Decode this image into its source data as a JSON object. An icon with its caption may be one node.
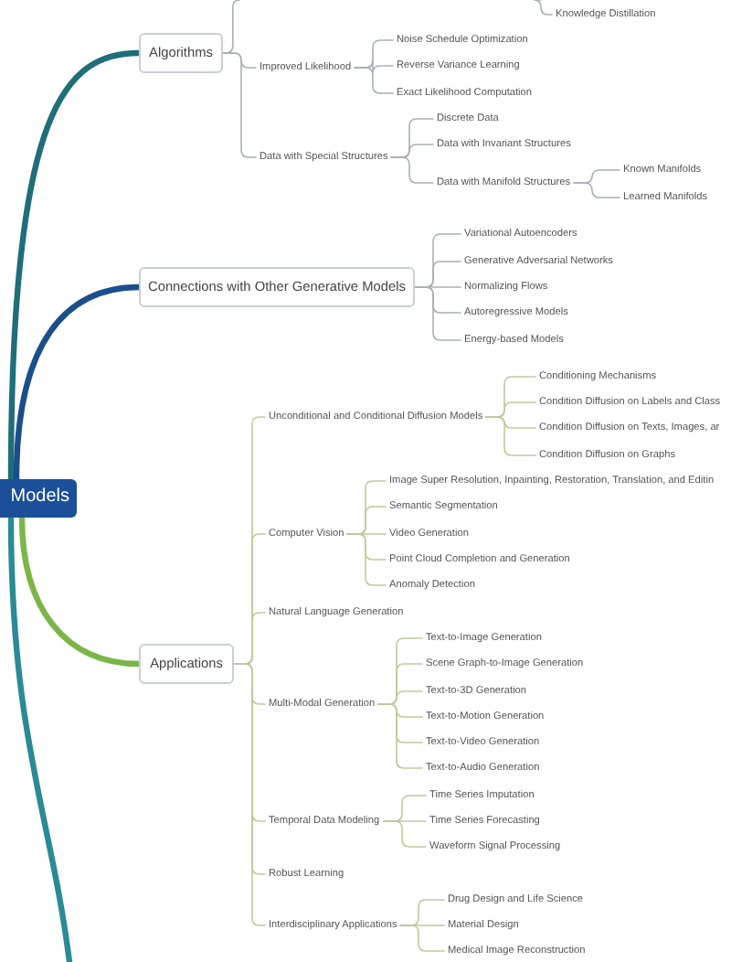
{
  "diagram": {
    "nodes": [
      {
        "text": [
          "Models"
        ]
      },
      {
        "text": [
          "Knowledge Distillation"
        ]
      },
      {
        "text": [
          "Algorithms"
        ]
      },
      {
        "text": [
          "Improved Likelihood"
        ]
      },
      {
        "text": [
          "Noise Schedule Optimization"
        ]
      },
      {
        "text": [
          "Reverse Variance Learning"
        ]
      },
      {
        "text": [
          "Exact Likelihood Computation"
        ]
      },
      {
        "text": [
          "Data with Special Structures"
        ]
      },
      {
        "text": [
          "Discrete Data"
        ]
      },
      {
        "text": [
          "Data with Invariant Structures"
        ]
      },
      {
        "text": [
          "Data with Manifold Structures"
        ]
      },
      {
        "text": [
          "Known Manifolds"
        ]
      },
      {
        "text": [
          "Learned Manifolds"
        ]
      },
      {
        "text": [
          "Connections with Other Generative Models"
        ]
      },
      {
        "text": [
          "Variational Autoencoders"
        ]
      },
      {
        "text": [
          "Generative Adversarial Networks"
        ]
      },
      {
        "text": [
          "Normalizing Flows"
        ]
      },
      {
        "text": [
          "Autoregressive Models"
        ]
      },
      {
        "text": [
          "Energy-based Models"
        ]
      },
      {
        "text": [
          "Applications"
        ]
      },
      {
        "text": [
          "Unconditional and Conditional Diffusion Models"
        ]
      },
      {
        "text": [
          "Conditioning Mechanisms"
        ]
      },
      {
        "text": [
          "Condition Diffusion on Labels and Class"
        ]
      },
      {
        "text": [
          "Condition Diffusion on Texts, Images, ar"
        ]
      },
      {
        "text": [
          "Condition Diffusion on Graphs"
        ]
      },
      {
        "text": [
          "Computer Vision"
        ]
      },
      {
        "text": [
          "Image Super Resolution, Inpainting, Restoration, Translation, and Editin"
        ]
      },
      {
        "text": [
          "Semantic Segmentation"
        ]
      },
      {
        "text": [
          "Video Generation"
        ]
      },
      {
        "text": [
          "Point Cloud Completion and Generation"
        ]
      },
      {
        "text": [
          "Anomaly Detection"
        ]
      },
      {
        "text": [
          "Natural Language Generation"
        ]
      },
      {
        "text": [
          "Multi-Modal Generation"
        ]
      },
      {
        "text": [
          "Text-to-Image Generation"
        ]
      },
      {
        "text": [
          "Scene Graph-to-Image Generation"
        ]
      },
      {
        "text": [
          "Text-to-3D Generation"
        ]
      },
      {
        "text": [
          "Text-to-Motion Generation"
        ]
      },
      {
        "text": [
          "Text-to-Video Generation"
        ]
      },
      {
        "text": [
          "Text-to-Audio Generation"
        ]
      },
      {
        "text": [
          "Temporal Data Modeling"
        ]
      },
      {
        "text": [
          "Time Series Imputation"
        ]
      },
      {
        "text": [
          "Time Series Forecasting"
        ]
      },
      {
        "text": [
          "Waveform Signal Processing"
        ]
      },
      {
        "text": [
          "Robust Learning"
        ]
      },
      {
        "text": [
          "Interdisciplinary Applications"
        ]
      },
      {
        "text": [
          "Drug Design and Life Science"
        ]
      },
      {
        "text": [
          "Material Design"
        ]
      },
      {
        "text": [
          "Medical Image Reconstruction"
        ]
      }
    ],
    "edges": [
      {
        "from": 0,
        "to": 2,
        "arrow": "none",
        "style": "thick",
        "color": "#1f6e7a"
      },
      {
        "from": 0,
        "to": 13,
        "arrow": "none",
        "style": "thick",
        "color": "#1a4f8c"
      },
      {
        "from": 0,
        "to": 19,
        "arrow": "none",
        "style": "thick",
        "color": "#7ab648"
      },
      {
        "from": 0,
        "to": null,
        "arrow": "none",
        "style": "thick",
        "color": "#2a8a96"
      },
      {
        "from": 2,
        "to": null,
        "arrow": "none",
        "color": "#a9b0b3"
      },
      {
        "from": null,
        "to": 1,
        "arrow": "none",
        "color": "#a9b0b3"
      },
      {
        "from": 2,
        "to": 3,
        "arrow": "none",
        "color": "#a9b0b3"
      },
      {
        "from": 3,
        "to": 4,
        "arrow": "none",
        "color": "#a9b0b3"
      },
      {
        "from": 3,
        "to": 5,
        "arrow": "none",
        "color": "#a9b0b3"
      },
      {
        "from": 3,
        "to": 6,
        "arrow": "none",
        "color": "#a9b0b3"
      },
      {
        "from": 2,
        "to": 7,
        "arrow": "none",
        "color": "#a9b0b3"
      },
      {
        "from": 7,
        "to": 8,
        "arrow": "none",
        "color": "#a9b0b3"
      },
      {
        "from": 7,
        "to": 9,
        "arrow": "none",
        "color": "#a9b0b3"
      },
      {
        "from": 7,
        "to": 10,
        "arrow": "none",
        "color": "#a9b0b3"
      },
      {
        "from": 10,
        "to": 11,
        "arrow": "none",
        "color": "#a9b0b3"
      },
      {
        "from": 10,
        "to": 12,
        "arrow": "none",
        "color": "#a9b0b3"
      },
      {
        "from": 13,
        "to": 14,
        "arrow": "none",
        "color": "#a9b0b3"
      },
      {
        "from": 13,
        "to": 15,
        "arrow": "none",
        "color": "#a9b0b3"
      },
      {
        "from": 13,
        "to": 16,
        "arrow": "none",
        "color": "#a9b0b3"
      },
      {
        "from": 13,
        "to": 17,
        "arrow": "none",
        "color": "#a9b0b3"
      },
      {
        "from": 13,
        "to": 18,
        "arrow": "none",
        "color": "#a9b0b3"
      },
      {
        "from": 19,
        "to": 20,
        "arrow": "none"
      },
      {
        "from": 20,
        "to": 21,
        "arrow": "none"
      },
      {
        "from": 20,
        "to": 22,
        "arrow": "none"
      },
      {
        "from": 20,
        "to": 23,
        "arrow": "none"
      },
      {
        "from": 20,
        "to": 24,
        "arrow": "none"
      },
      {
        "from": 19,
        "to": 25,
        "arrow": "none"
      },
      {
        "from": 25,
        "to": 26,
        "arrow": "none"
      },
      {
        "from": 25,
        "to": 27,
        "arrow": "none"
      },
      {
        "from": 25,
        "to": 28,
        "arrow": "none"
      },
      {
        "from": 25,
        "to": 29,
        "arrow": "none"
      },
      {
        "from": 25,
        "to": 30,
        "arrow": "none"
      },
      {
        "from": 19,
        "to": 31,
        "arrow": "none"
      },
      {
        "from": 19,
        "to": 32,
        "arrow": "none"
      },
      {
        "from": 32,
        "to": 33,
        "arrow": "none"
      },
      {
        "from": 32,
        "to": 34,
        "arrow": "none"
      },
      {
        "from": 32,
        "to": 35,
        "arrow": "none"
      },
      {
        "from": 32,
        "to": 36,
        "arrow": "none"
      },
      {
        "from": 32,
        "to": 37,
        "arrow": "none"
      },
      {
        "from": 32,
        "to": 38,
        "arrow": "none"
      },
      {
        "from": 19,
        "to": 39,
        "arrow": "none"
      },
      {
        "from": 39,
        "to": 40,
        "arrow": "none"
      },
      {
        "from": 39,
        "to": 41,
        "arrow": "none"
      },
      {
        "from": 39,
        "to": 42,
        "arrow": "none"
      },
      {
        "from": 19,
        "to": 43,
        "arrow": "none"
      },
      {
        "from": 19,
        "to": 44,
        "arrow": "none"
      },
      {
        "from": 44,
        "to": 45,
        "arrow": "none"
      },
      {
        "from": 44,
        "to": 46,
        "arrow": "none"
      },
      {
        "from": 44,
        "to": 47,
        "arrow": "none"
      }
    ]
  }
}
